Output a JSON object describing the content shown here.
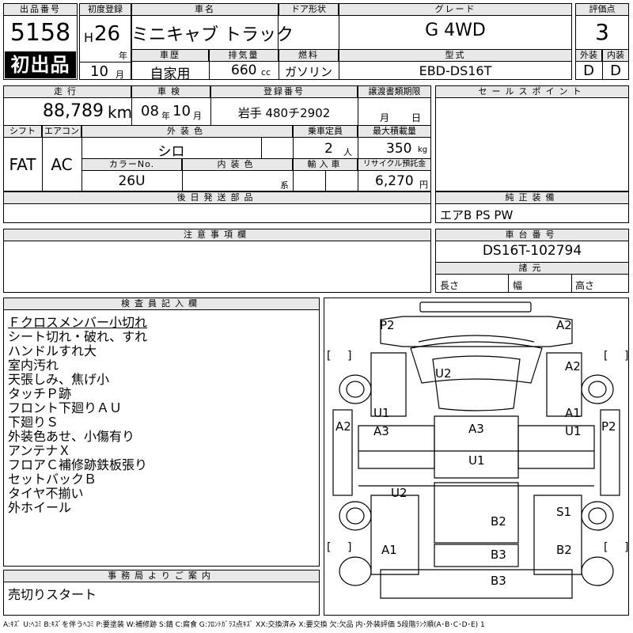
{
  "headers": {
    "lot_number": "出品番号",
    "first_reg": "初度登録",
    "car_name": "車名",
    "door": "ドア形状",
    "grade": "グレード",
    "score": "評価点",
    "history": "車歴",
    "displacement": "排気量",
    "fuel": "燃料",
    "model_code": "型式",
    "exterior_score": "外装",
    "interior_score": "内装",
    "mileage": "走行",
    "inspection": "車検",
    "reg_number": "登録番号",
    "transfer_doc": "譲渡書類期限",
    "sales_point": "セールスポイント",
    "shift": "シフト",
    "aircon": "エアコン",
    "exterior_color": "外装色",
    "capacity": "乗車定員",
    "max_load": "最大積載量",
    "color_no": "カラーNo.",
    "interior_color": "内装色",
    "import": "輸入車",
    "recycle": "リサイクル預託金",
    "later_parts": "後日発送部品",
    "genuine": "純正装備",
    "notes": "注意事項欄",
    "chassis": "車台番号",
    "dimensions": "諸元",
    "inspector": "検査員記入欄",
    "office": "事務局よりご案内"
  },
  "lot": {
    "number": "5158",
    "badge": "初出品"
  },
  "first_reg": {
    "era": "H",
    "year": "26",
    "year_unit": "年",
    "month": "10",
    "month_unit": "月"
  },
  "car_name": "ミニキャブ トラック",
  "grade": "G 4WD",
  "score": "3",
  "history": "自家用",
  "displacement": {
    "value": "660",
    "unit": "cc"
  },
  "fuel": "ガソリン",
  "model_code": "EBD-DS16T",
  "exterior_score": "D",
  "interior_score": "D",
  "mileage": {
    "value": "88,789",
    "unit": "km"
  },
  "inspection": {
    "year": "08",
    "year_unit": "年",
    "month": "10",
    "month_unit": "月"
  },
  "reg_number": "岩手 480チ2902",
  "transfer_doc": {
    "month_unit": "月",
    "day_unit": "日"
  },
  "shift": "FAT",
  "aircon": "AC",
  "exterior_color": "シロ",
  "capacity": {
    "value": "2",
    "unit": "人"
  },
  "max_load": {
    "value": "350",
    "unit": "kg"
  },
  "color_no": "26U",
  "interior_color_unit": "系",
  "recycle": {
    "value": "6,270",
    "unit": "円"
  },
  "genuine_equipment": "エアB PS PW",
  "chassis_number": "DS16T-102794",
  "dims": {
    "length": "長さ",
    "width": "幅",
    "height": "高さ"
  },
  "inspector_notes": [
    "Ｆクロスメンバー小切れ",
    "シート切れ・破れ、すれ",
    "ハンドルすれ大",
    "室内汚れ",
    "天張しみ、焦げ小",
    "タッチＰ跡",
    "フロント下廻りＡＵ",
    "下廻りＳ",
    "外装色あせ、小傷有り",
    "アンテナＸ",
    "フロアＣ補修跡鉄板張り",
    "セットバックＢ",
    "タイヤ不揃い",
    "外ホイール"
  ],
  "office_note": "売切りスタート",
  "diagram_marks": {
    "p2_top_left": "P2",
    "a2_top_right": "A2",
    "u2_roof": "U2",
    "a2_right": "A2",
    "u1_left": "U1",
    "a3_left": "A3",
    "a1_right": "A1",
    "u1_right": "U1",
    "a2_left_side": "A2",
    "p2_right_side": "P2",
    "a3_center": "A3",
    "u1_center": "U1",
    "u2_center": "U2",
    "s1_right": "S1",
    "b2_bed": "B2",
    "a1_rear_left": "A1",
    "b2_rear_right": "B2",
    "b3_bed": "B3",
    "b3_bottom": "B3"
  },
  "legend": "A:ｷｽﾞ U:ﾍｺﾐ B:ｷｽﾞを伴うﾍｺﾐ P:要塗装 W:補修跡 S:錆 C:腐食 G:ﾌﾛﾝﾄｶﾞﾗｽ点ｷｽﾞ XX:交換済み X:要交換 欠:欠品 内･外装評価 5段階ﾗﾝｸ順(A･B･C･D･E) 1"
}
